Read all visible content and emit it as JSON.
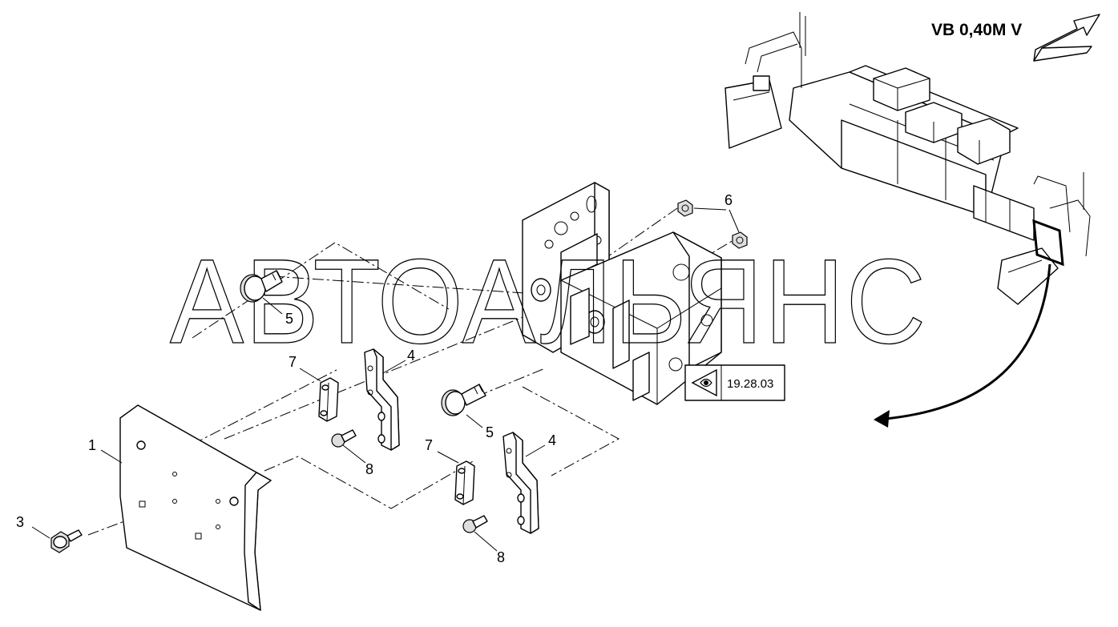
{
  "header": {
    "variant_title": "VB 0,40M V"
  },
  "reference": {
    "code": "19.28.03",
    "icon": "eye-icon"
  },
  "watermark": {
    "text": "АВТОАЛЬЯНС"
  },
  "callouts": {
    "c1": "1",
    "c3": "3",
    "c4a": "4",
    "c4b": "4",
    "c5a": "5",
    "c5b": "5",
    "c6": "6",
    "c7a": "7",
    "c7b": "7",
    "c8a": "8",
    "c8b": "8"
  },
  "icons": [
    "direction-arrow-icon",
    "eye-icon",
    "curved-arrow-icon"
  ],
  "colors": {
    "line": "#000000",
    "background": "#ffffff",
    "shade": "#dedede"
  }
}
